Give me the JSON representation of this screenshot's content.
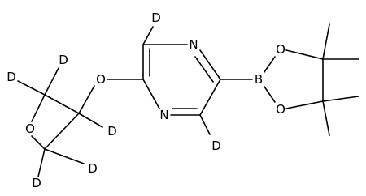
{
  "labels": {
    "d_top": "D",
    "n_top": "N",
    "n_bottom": "N",
    "d_right_bottom": "D",
    "b": "B",
    "o_upper": "O",
    "o_lower": "O",
    "o_ether": "O",
    "o_ring": "O",
    "d_ch2_top_left": "D",
    "d_ch2_top_right": "D",
    "d_ch": "D",
    "d_ch2_bottom_right": "D",
    "d_ch2_bottom_left": "D"
  },
  "colors": {
    "ink": "#000000",
    "background": "#ffffff"
  }
}
